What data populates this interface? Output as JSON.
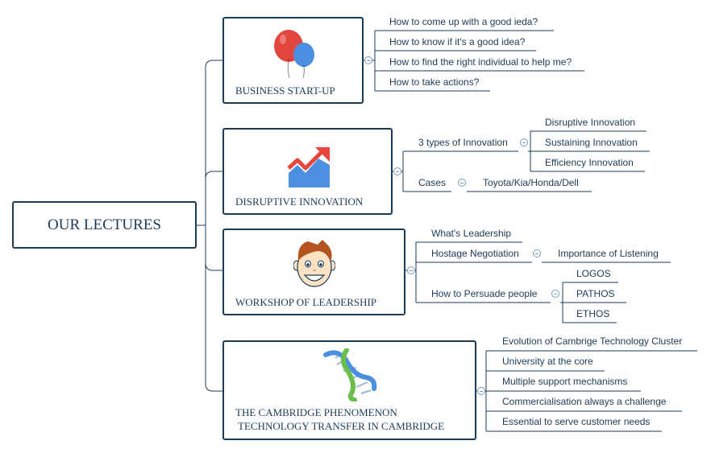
{
  "root": {
    "label": "OUR LECTURES"
  },
  "topics": [
    {
      "label": "BUSINESS START-UP",
      "icon": "balloons-icon",
      "children": [
        {
          "label": "How to come up with a good ieda?"
        },
        {
          "label": "How to know if it's a good idea?"
        },
        {
          "label": "How to find the right individual to help me?"
        },
        {
          "label": "How to take actions?"
        }
      ]
    },
    {
      "label": "DISRUPTIVE INNOVATION",
      "icon": "rising-chart-icon",
      "children": [
        {
          "label": "3 types of Innovation",
          "children": [
            {
              "label": "Disruptive Innovation"
            },
            {
              "label": "Sustaining Innovation"
            },
            {
              "label": "Efficiency Innovation"
            }
          ]
        },
        {
          "label": "Cases",
          "children": [
            {
              "label": "Toyota/Kia/Honda/Dell"
            }
          ]
        }
      ]
    },
    {
      "label": "WORKSHOP OF LEADERSHIP",
      "icon": "smiling-face-icon",
      "children": [
        {
          "label": "What's Leadership"
        },
        {
          "label": "Hostage Negotiation",
          "children": [
            {
              "label": "Importance of Listening"
            }
          ]
        },
        {
          "label": "How to Persuade people",
          "children": [
            {
              "label": "LOGOS"
            },
            {
              "label": "PATHOS"
            },
            {
              "label": "ETHOS"
            }
          ]
        }
      ]
    },
    {
      "label_lines": [
        "THE CAMBRIDGE PHENOMENON",
        "TECHNOLOGY TRANSFER IN CAMBRIDGE"
      ],
      "icon": "dna-helix-icon",
      "children": [
        {
          "label": "Evolution of Cambrige Technology Cluster"
        },
        {
          "label": "University at the core"
        },
        {
          "label": "Multiple support mechanisms"
        },
        {
          "label": "Commercialisation always a challenge"
        },
        {
          "label": "Essential to serve customer needs"
        }
      ]
    }
  ],
  "colors": {
    "border": "#1d3b57",
    "text": "#1d3b57",
    "connector": "#1d3b57",
    "balloon_red": "#e2463f",
    "balloon_blue": "#4a8fe2",
    "chart_red": "#e8453c",
    "chart_blue": "#4a8fe2",
    "face_skin": "#fde3c4",
    "hair_brown": "#b3541e",
    "dna_blue": "#4a8fe2",
    "dna_green": "#6abf4b"
  }
}
